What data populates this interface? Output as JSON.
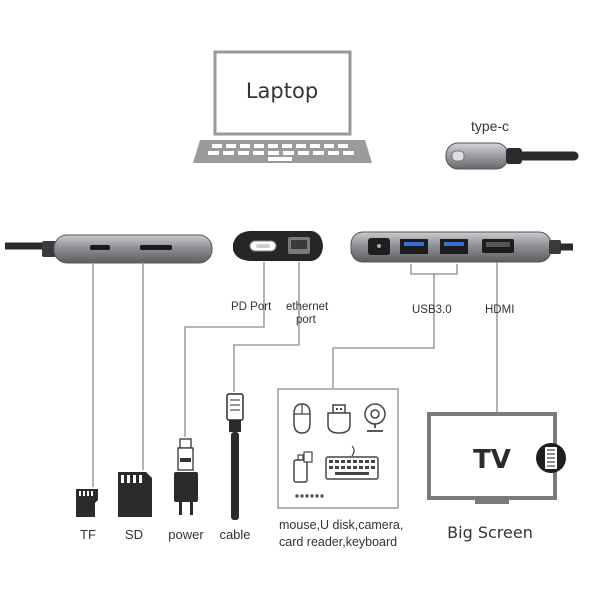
{
  "laptop": {
    "label": "Laptop"
  },
  "connector": {
    "label": "type-c"
  },
  "ports": {
    "pd_port": "PD Port",
    "ethernet_line1": "ethernet",
    "ethernet_line2": "port",
    "usb": "USB3.0",
    "hdmi": "HDMI"
  },
  "devices": {
    "tf": "TF",
    "sd": "SD",
    "power": "power",
    "cable": "cable",
    "peripherals_line1": "mouse,U disk,camera,",
    "peripherals_line2": "card reader,keyboard",
    "tv": "TV",
    "big_screen": "Big Screen"
  },
  "colors": {
    "line": "#8a8a8a",
    "hub_metal": "#8f9197",
    "dark_plastic": "#2b2b2b",
    "usb_blue": "#3b6fd8",
    "text": "#333333"
  }
}
